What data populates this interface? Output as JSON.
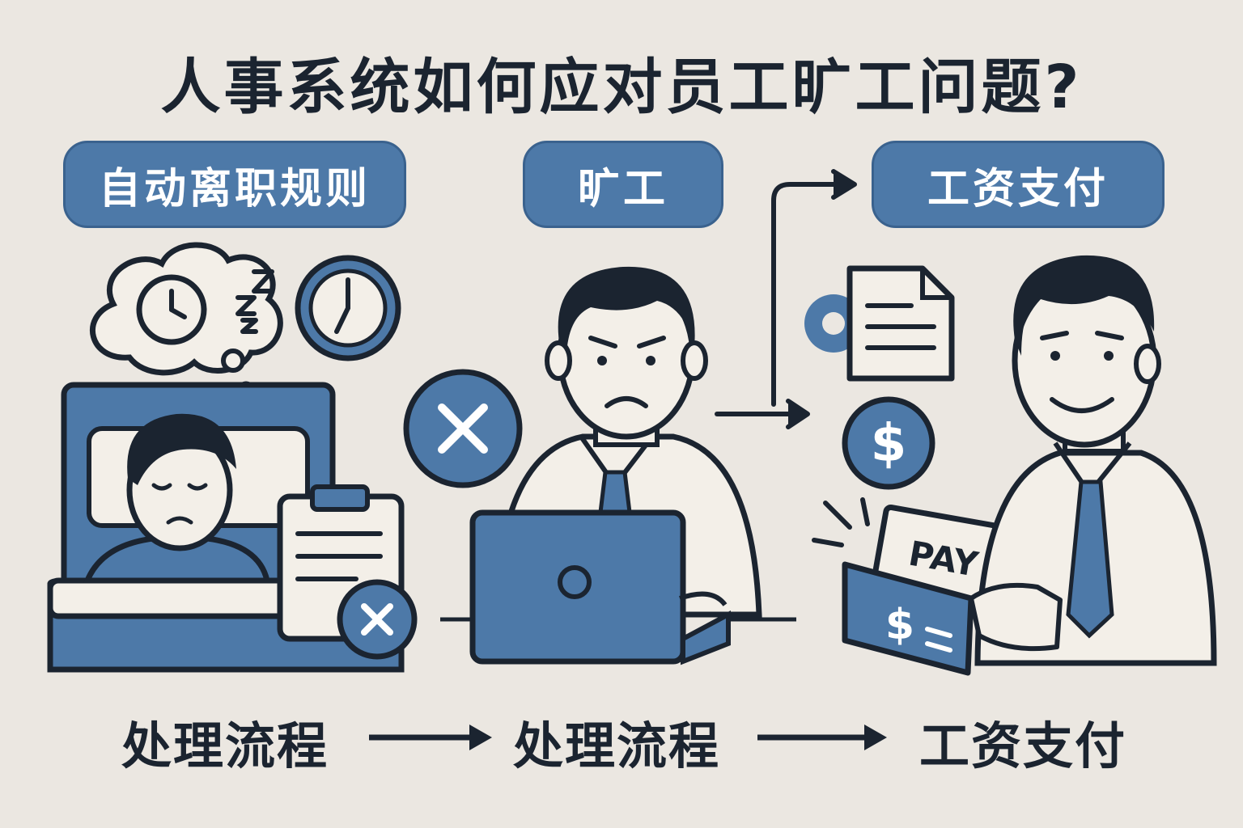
{
  "title": "人事系统如何应对员工旷工问题?",
  "stages": [
    {
      "label": "自动离职规则"
    },
    {
      "label": "旷工"
    },
    {
      "label": "工资支付"
    }
  ],
  "bottom_flow": [
    "处理流程",
    "处理流程",
    "工资支付"
  ],
  "pay_slip_text": "PAY",
  "colors": {
    "accent": "#4d79a8",
    "ink": "#1b2430",
    "paper": "#f3efe8",
    "background": "#ebe7e1"
  }
}
